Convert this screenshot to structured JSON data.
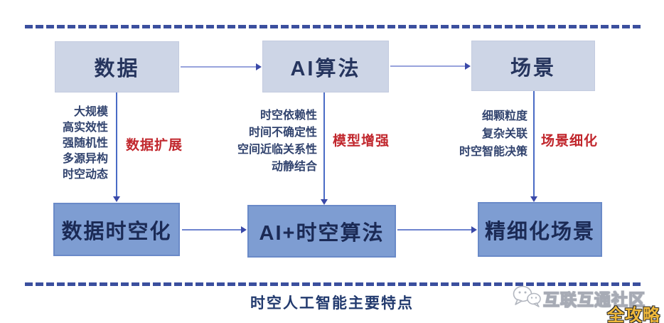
{
  "diagram": {
    "caption": "时空人工智能主要特点",
    "columns": [
      {
        "top_box": "数据",
        "features": [
          "大规模",
          "高实效性",
          "强随机性",
          "多源异构",
          "时空动态"
        ],
        "transform_label": "数据扩展",
        "bottom_box": "数据时空化"
      },
      {
        "top_box": "AI算法",
        "features": [
          "时空依赖性",
          "时间不确定性",
          "空间近临关系性",
          "动静结合"
        ],
        "transform_label": "模型增强",
        "bottom_box": "AI+时空算法"
      },
      {
        "top_box": "场景",
        "features": [
          "细颗粒度",
          "复杂关联",
          "时空智能决策"
        ],
        "transform_label": "场景细化",
        "bottom_box": "精细化场景"
      }
    ]
  },
  "watermark": {
    "community": "互联互通社区",
    "badge": "全攻略",
    "icon": "chat-bubbles-icon"
  },
  "colors": {
    "top_box_bg": "#cdd5e6",
    "bottom_box_bg": "#7e9dd2",
    "box_text": "#26355e",
    "feature_text": "#31436e",
    "accent_red": "#c1272d",
    "arrow_blue": "#4a6bc5",
    "arrow_head": "#3a49a8",
    "dashed_line": "#3b4f9e",
    "caption_text": "#223a6e",
    "badge_gold": "#f0b93b"
  }
}
